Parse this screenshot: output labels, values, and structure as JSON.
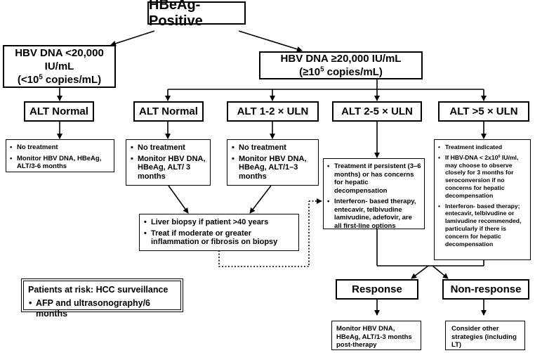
{
  "title": "HBeAg-Positive",
  "low_dna": {
    "line1": "HBV DNA <20,000",
    "line2": "IU/mL",
    "line3_pre": "(<10",
    "line3_sup": "5",
    "line3_post": " copies/mL)"
  },
  "high_dna": {
    "line1": "HBV DNA ≥20,000 IU/mL",
    "line2_pre": "(≥10",
    "line2_sup": "5",
    "line2_post": " copies/mL)"
  },
  "alt_headers": [
    "ALT Normal",
    "ALT Normal",
    "ALT 1-2 × ULN",
    "ALT 2-5 × ULN",
    "ALT >5 × ULN"
  ],
  "col1_items": [
    "No treatment",
    "Monitor HBV DNA, HBeAg, ALT/3-6 months"
  ],
  "col2_items": [
    "No treatment",
    "Monitor HBV DNA, HBeAg, ALT/ 3 months"
  ],
  "col3_items": [
    "No treatment",
    "Monitor HBV DNA, HBeAg, ALT/1–3 months"
  ],
  "biopsy_items": [
    "Liver biopsy if patient >40 years",
    "Treat if moderate or greater inflammation or fibrosis on biopsy"
  ],
  "col4_items": [
    "Treatment if persistent (3–6 months) or has concerns for hepatic decompensation",
    "Interferon- based therapy, entecavir, telbivudine lamivudine, adefovir, are all first-line options"
  ],
  "col5": {
    "item1": "Treatment indicated",
    "item2_pre": "If HBV-DNA < 2x10",
    "item2_sup": "6",
    "item2_post": " IU/ml, may choose to observe closely for 3 months for seroconversion if no concerns for hepatic decompensation",
    "item3": "Interferon- based therapy; entecavir, telbivudine or lamivudine recommended, particularly if there is concern for hepatic decompensation"
  },
  "response": "Response",
  "non_response": "Non-response",
  "response_action": "Monitor HBV DNA, HBeAg, ALT/1-3 months post-therapy",
  "non_response_action": "Consider other strategies (including LT)",
  "surveillance": {
    "title": "Patients at risk: HCC surveillance",
    "item": "AFP and ultrasonography/6 months"
  }
}
